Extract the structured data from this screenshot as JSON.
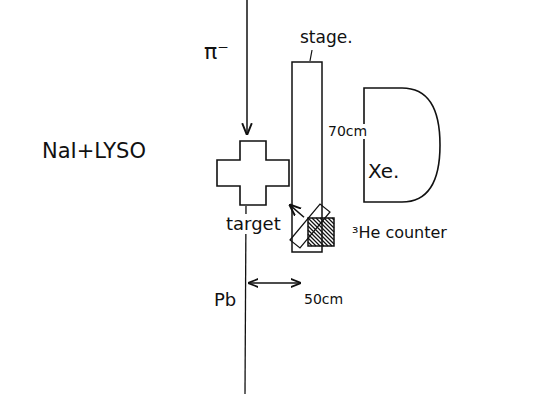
{
  "diagram": {
    "nodes": [
      {
        "text": [
          "target"
        ]
      },
      {
        "text": [
          "Xe."
        ]
      },
      {
        "text": [
          "³He counter"
        ]
      }
    ],
    "edges": [
      {
        "from": 2,
        "to": 0,
        "arrow": "to",
        "label": "70cm"
      }
    ],
    "labels": [
      "stage.",
      "π⁻",
      "NaI+LYSO",
      "Pb",
      "50cm"
    ]
  }
}
